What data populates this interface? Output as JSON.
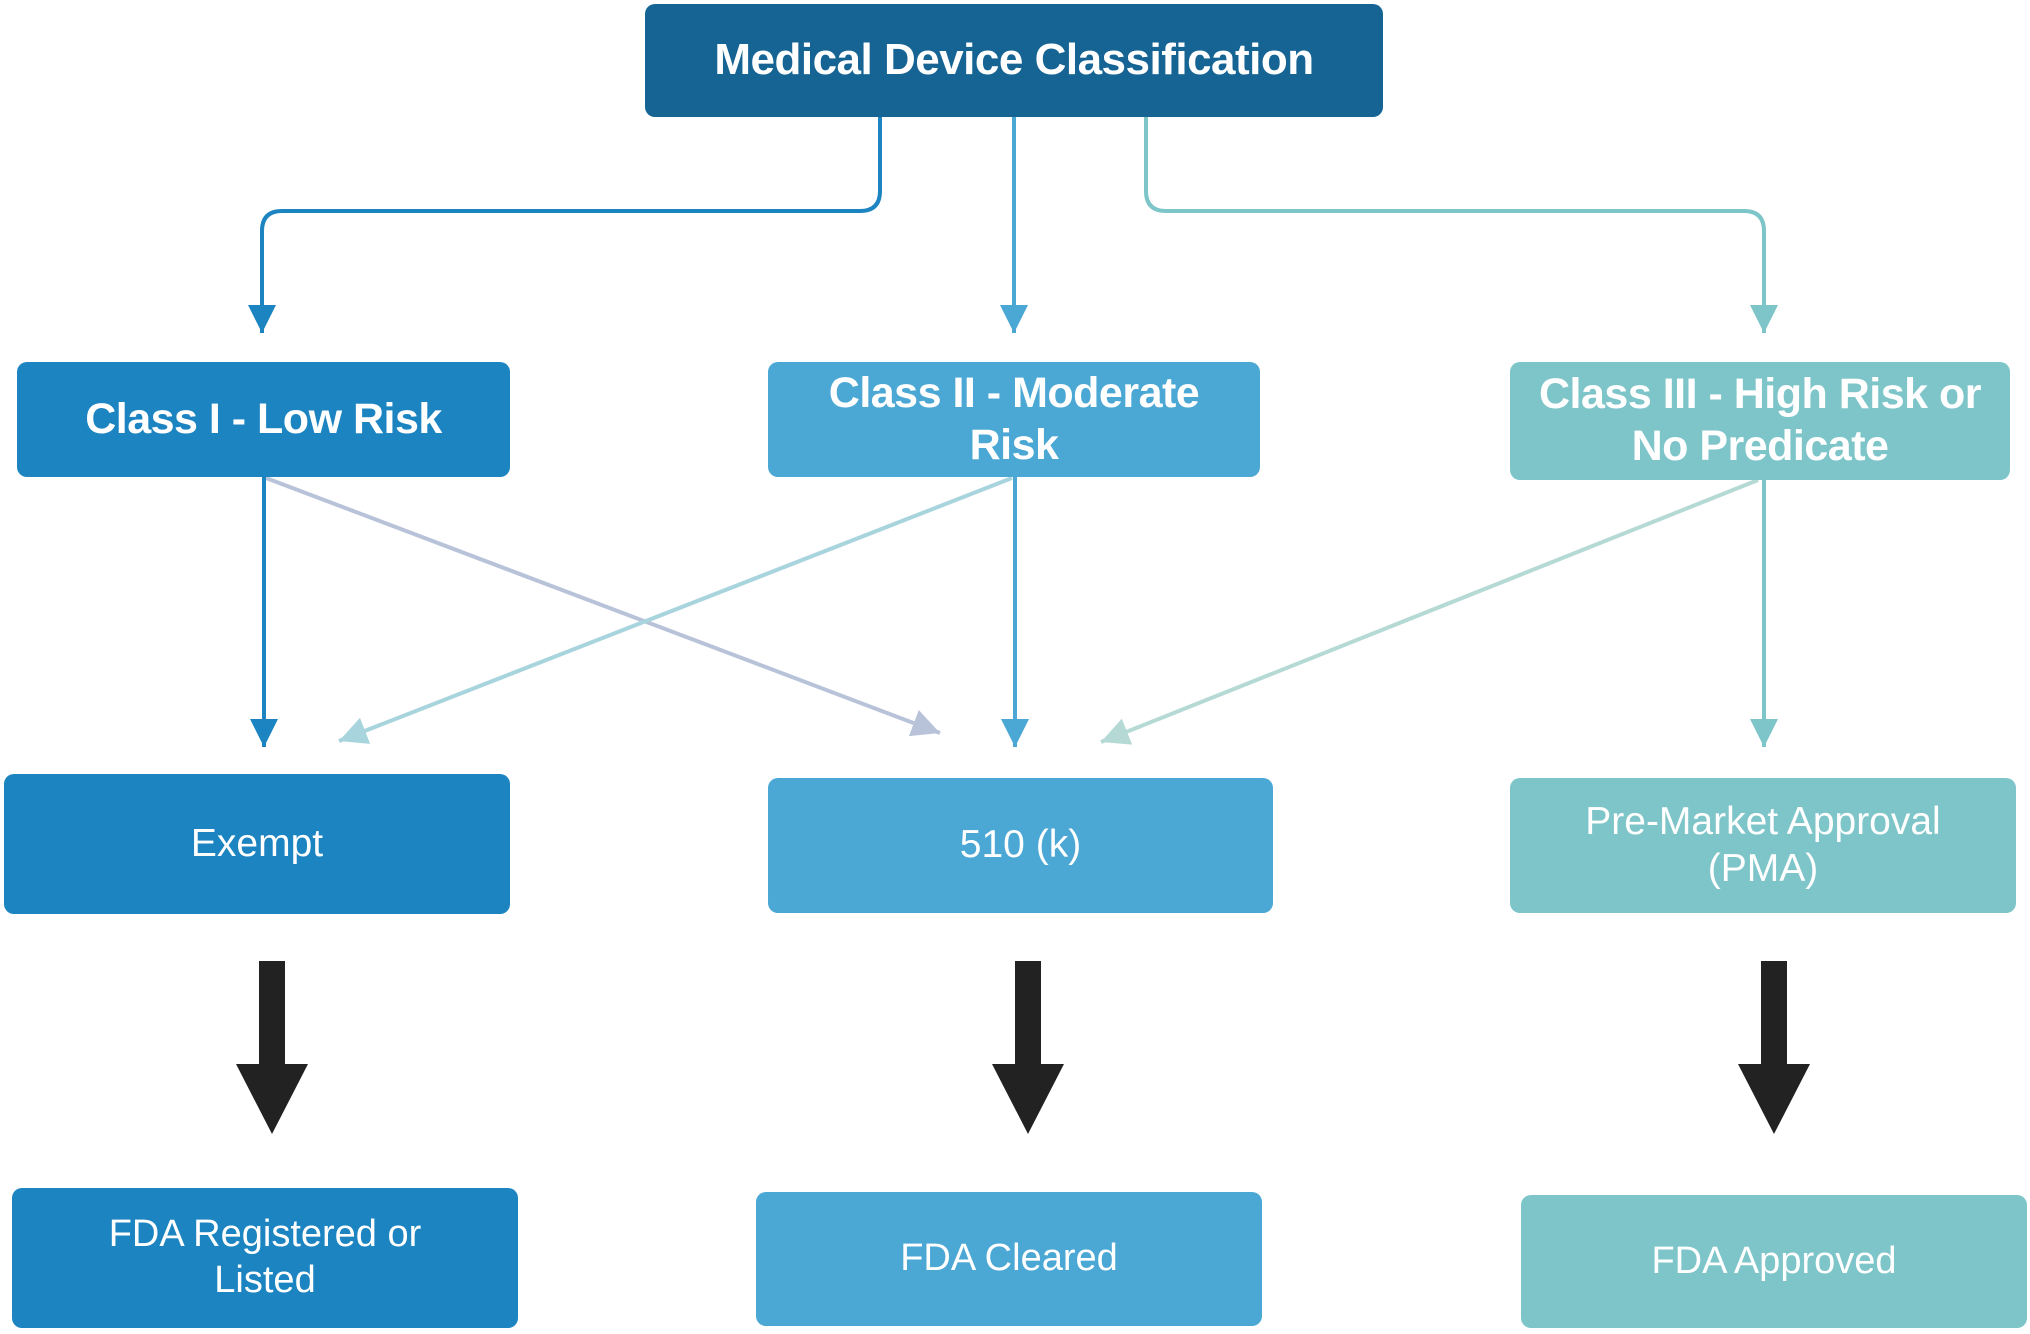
{
  "diagram": {
    "title": "Medical Device Classification",
    "colors": {
      "header": "#156494",
      "class_i": "#1b84c1",
      "class_ii": "#4ba7d4",
      "class_iii": "#7dc5c9",
      "cross_i_to_510k": "#b8c3d9",
      "cross_ii_to_exempt": "#a8d4de",
      "cross_iii_to_510k": "#b5d9d4",
      "outcome_arrow": "#222222"
    },
    "classes": [
      {
        "label": "Class I - Low Risk"
      },
      {
        "label": "Class II - Moderate Risk"
      },
      {
        "label": "Class III - High Risk or No Predicate"
      }
    ],
    "pathways": [
      {
        "label": "Exempt"
      },
      {
        "label": "510 (k)"
      },
      {
        "label": "Pre-Market Approval (PMA)"
      }
    ],
    "outcomes": [
      {
        "label": "FDA Registered or Listed"
      },
      {
        "label": "FDA Cleared"
      },
      {
        "label": "FDA Approved"
      }
    ],
    "edges": [
      {
        "from": "Medical Device Classification",
        "to": "Class I - Low Risk"
      },
      {
        "from": "Medical Device Classification",
        "to": "Class II - Moderate Risk"
      },
      {
        "from": "Medical Device Classification",
        "to": "Class III - High Risk or No Predicate"
      },
      {
        "from": "Class I - Low Risk",
        "to": "Exempt"
      },
      {
        "from": "Class I - Low Risk",
        "to": "510 (k)"
      },
      {
        "from": "Class II - Moderate Risk",
        "to": "Exempt"
      },
      {
        "from": "Class II - Moderate Risk",
        "to": "510 (k)"
      },
      {
        "from": "Class III - High Risk or No Predicate",
        "to": "510 (k)"
      },
      {
        "from": "Class III - High Risk or No Predicate",
        "to": "Pre-Market Approval (PMA)"
      },
      {
        "from": "Exempt",
        "to": "FDA Registered or Listed"
      },
      {
        "from": "510 (k)",
        "to": "FDA Cleared"
      },
      {
        "from": "Pre-Market Approval (PMA)",
        "to": "FDA Approved"
      }
    ]
  }
}
